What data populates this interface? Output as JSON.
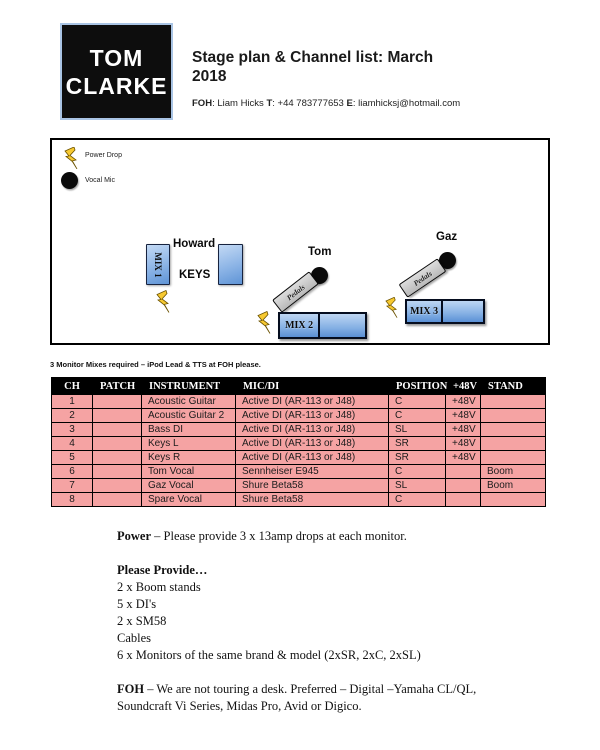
{
  "header": {
    "logo_line1": "TOM",
    "logo_line2": "CLARKE",
    "title": "Stage plan & Channel list: March 2018",
    "foh_label": "FOH",
    "foh_name": ": Liam Hicks ",
    "t_label": "T",
    "t_value": ": +44 783777653 ",
    "e_label": "E",
    "e_value": ": liamhicksj@hotmail.com"
  },
  "legend": {
    "power_drop": "Power Drop",
    "vocal_mic": "Vocal Mic"
  },
  "stage": {
    "mix1": "MIX 1",
    "mix2": "MIX 2",
    "mix3": "MIX 3",
    "howard": "Howard",
    "keys": "KEYS",
    "tom": "Tom",
    "gaz": "Gaz",
    "pedals": "Pedals"
  },
  "note": "3 Monitor Mixes required – iPod Lead & TTS at FOH please.",
  "table": {
    "headers": [
      "CH",
      "PATCH",
      "INSTRUMENT",
      "MIC/DI",
      "POSITION",
      "+48V",
      "STAND"
    ],
    "rows": [
      [
        "1",
        "",
        "Acoustic Guitar",
        "Active DI (AR-113 or J48)",
        "C",
        "+48V",
        ""
      ],
      [
        "2",
        "",
        "Acoustic Guitar 2",
        "Active DI (AR-113 or J48)",
        "C",
        "+48V",
        ""
      ],
      [
        "3",
        "",
        "Bass DI",
        "Active DI (AR-113 or J48)",
        "SL",
        "+48V",
        ""
      ],
      [
        "4",
        "",
        "Keys L",
        "Active DI (AR-113 or J48)",
        "SR",
        "+48V",
        ""
      ],
      [
        "5",
        "",
        "Keys R",
        "Active DI (AR-113 or J48)",
        "SR",
        "+48V",
        ""
      ],
      [
        "6",
        "",
        "Tom Vocal",
        "Sennheiser E945",
        "C",
        "",
        "Boom"
      ],
      [
        "7",
        "",
        "Gaz Vocal",
        "Shure Beta58",
        "SL",
        "",
        "Boom"
      ],
      [
        "8",
        "",
        "Spare Vocal",
        "Shure Beta58",
        "C",
        "",
        ""
      ]
    ]
  },
  "notes": {
    "power_bold": "Power",
    "power_rest": " – Please provide 3 x 13amp drops at each monitor.",
    "provide_title": "Please Provide…",
    "provide_items": [
      "2 x Boom stands",
      "5 x DI's",
      "2 x SM58",
      "Cables",
      "6 x Monitors of the same brand & model (2xSR, 2xC, 2xSL)"
    ],
    "foh_bold": "FOH",
    "foh_rest": " – We are not touring a desk. Preferred – Digital –Yamaha CL/QL, Soundcraft Vi Series, Midas Pro, Avid or Digico."
  },
  "colors": {
    "row_pink": "#f5a3a3",
    "box_blue": "#6f9fd8",
    "bolt_yellow": "#f7c931"
  }
}
